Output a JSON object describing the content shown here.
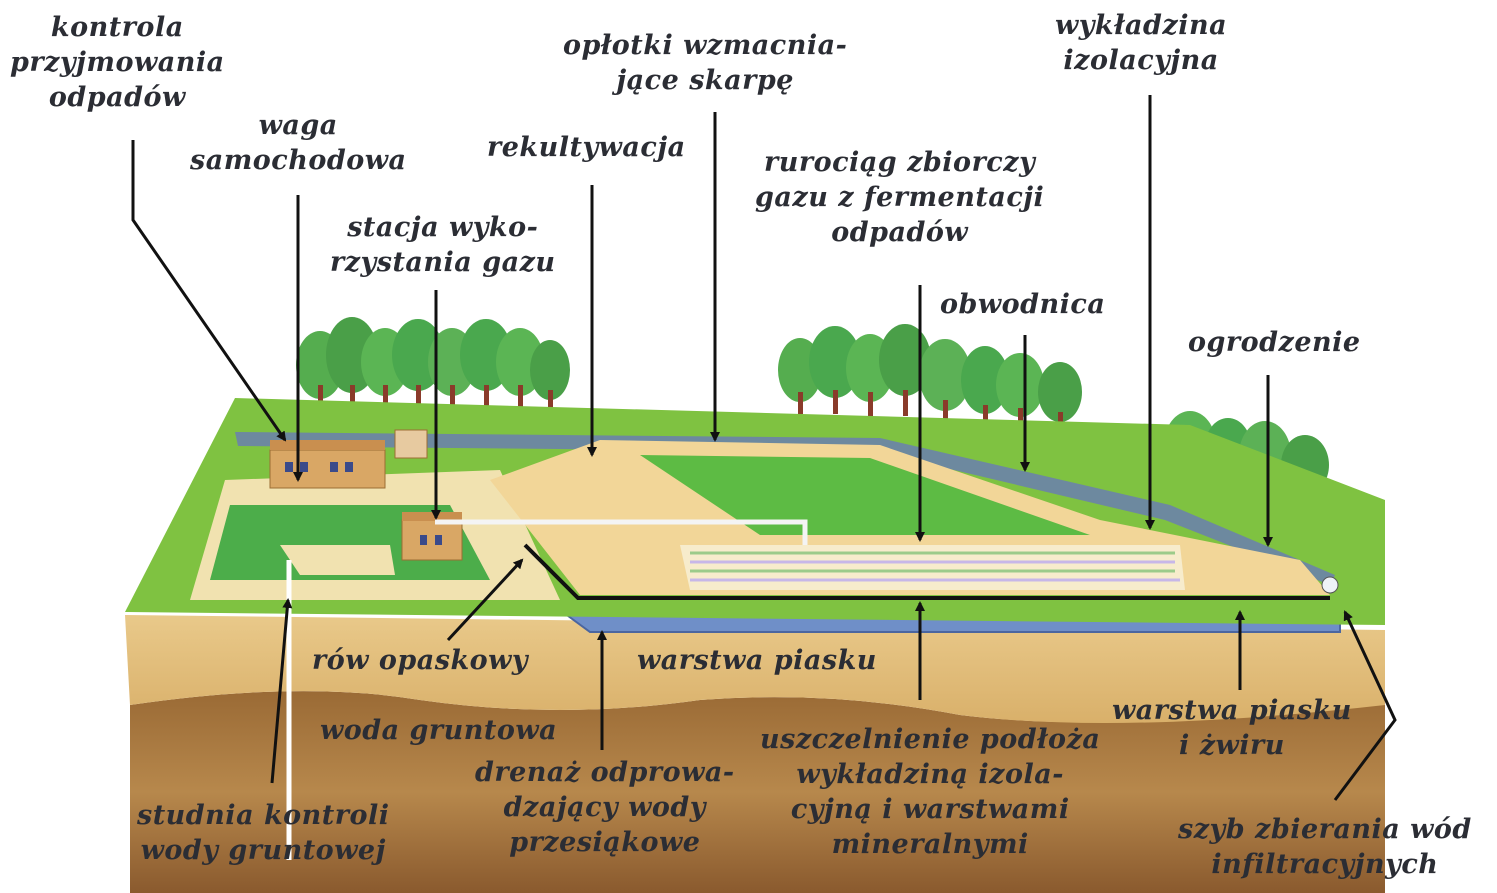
{
  "labels": {
    "kontrola": "kontrola\nprzyjmowania\nodpadów",
    "waga": "waga\nsamochodowa",
    "oplotki": "opłotki wzmacnia-\njące skarpę",
    "rekultywacja": "rekultywacja",
    "wykladzina": "wykładzina\nizolacyjna",
    "rurociag": "rurociąg zbiorczy\ngazu z fermentacji\nodpadów",
    "stacja": "stacja wyko-\nrzystania gazu",
    "obwodnica": "obwodnica",
    "ogrodzenie": "ogrodzenie",
    "row": "rów opaskowy",
    "warstwa_piasku": "warstwa piasku",
    "woda": "woda gruntowa",
    "warstwa_zwiru": "warstwa piasku\ni żwiru",
    "uszczelnienie": "uszczelnienie podłoża\nwykładziną izola-\ncyjną i warstwami\nmineralnymi",
    "drenaz": "drenaż odprowa-\ndzający wody\nprzesiąkowe",
    "studnia": "studnia kontroli\nwody gruntowej",
    "szyb": "szyb zbierania wód\ninfiltracyjnych"
  },
  "colors": {
    "grass": "#7fc241",
    "grass_dark": "#5aa33a",
    "sand": "#f0d79a",
    "soil": "#c9a069",
    "soil_dark": "#8a5a2e",
    "water": "#6f8fc8",
    "arrow": "#111111",
    "tree": "#4aa84e"
  }
}
